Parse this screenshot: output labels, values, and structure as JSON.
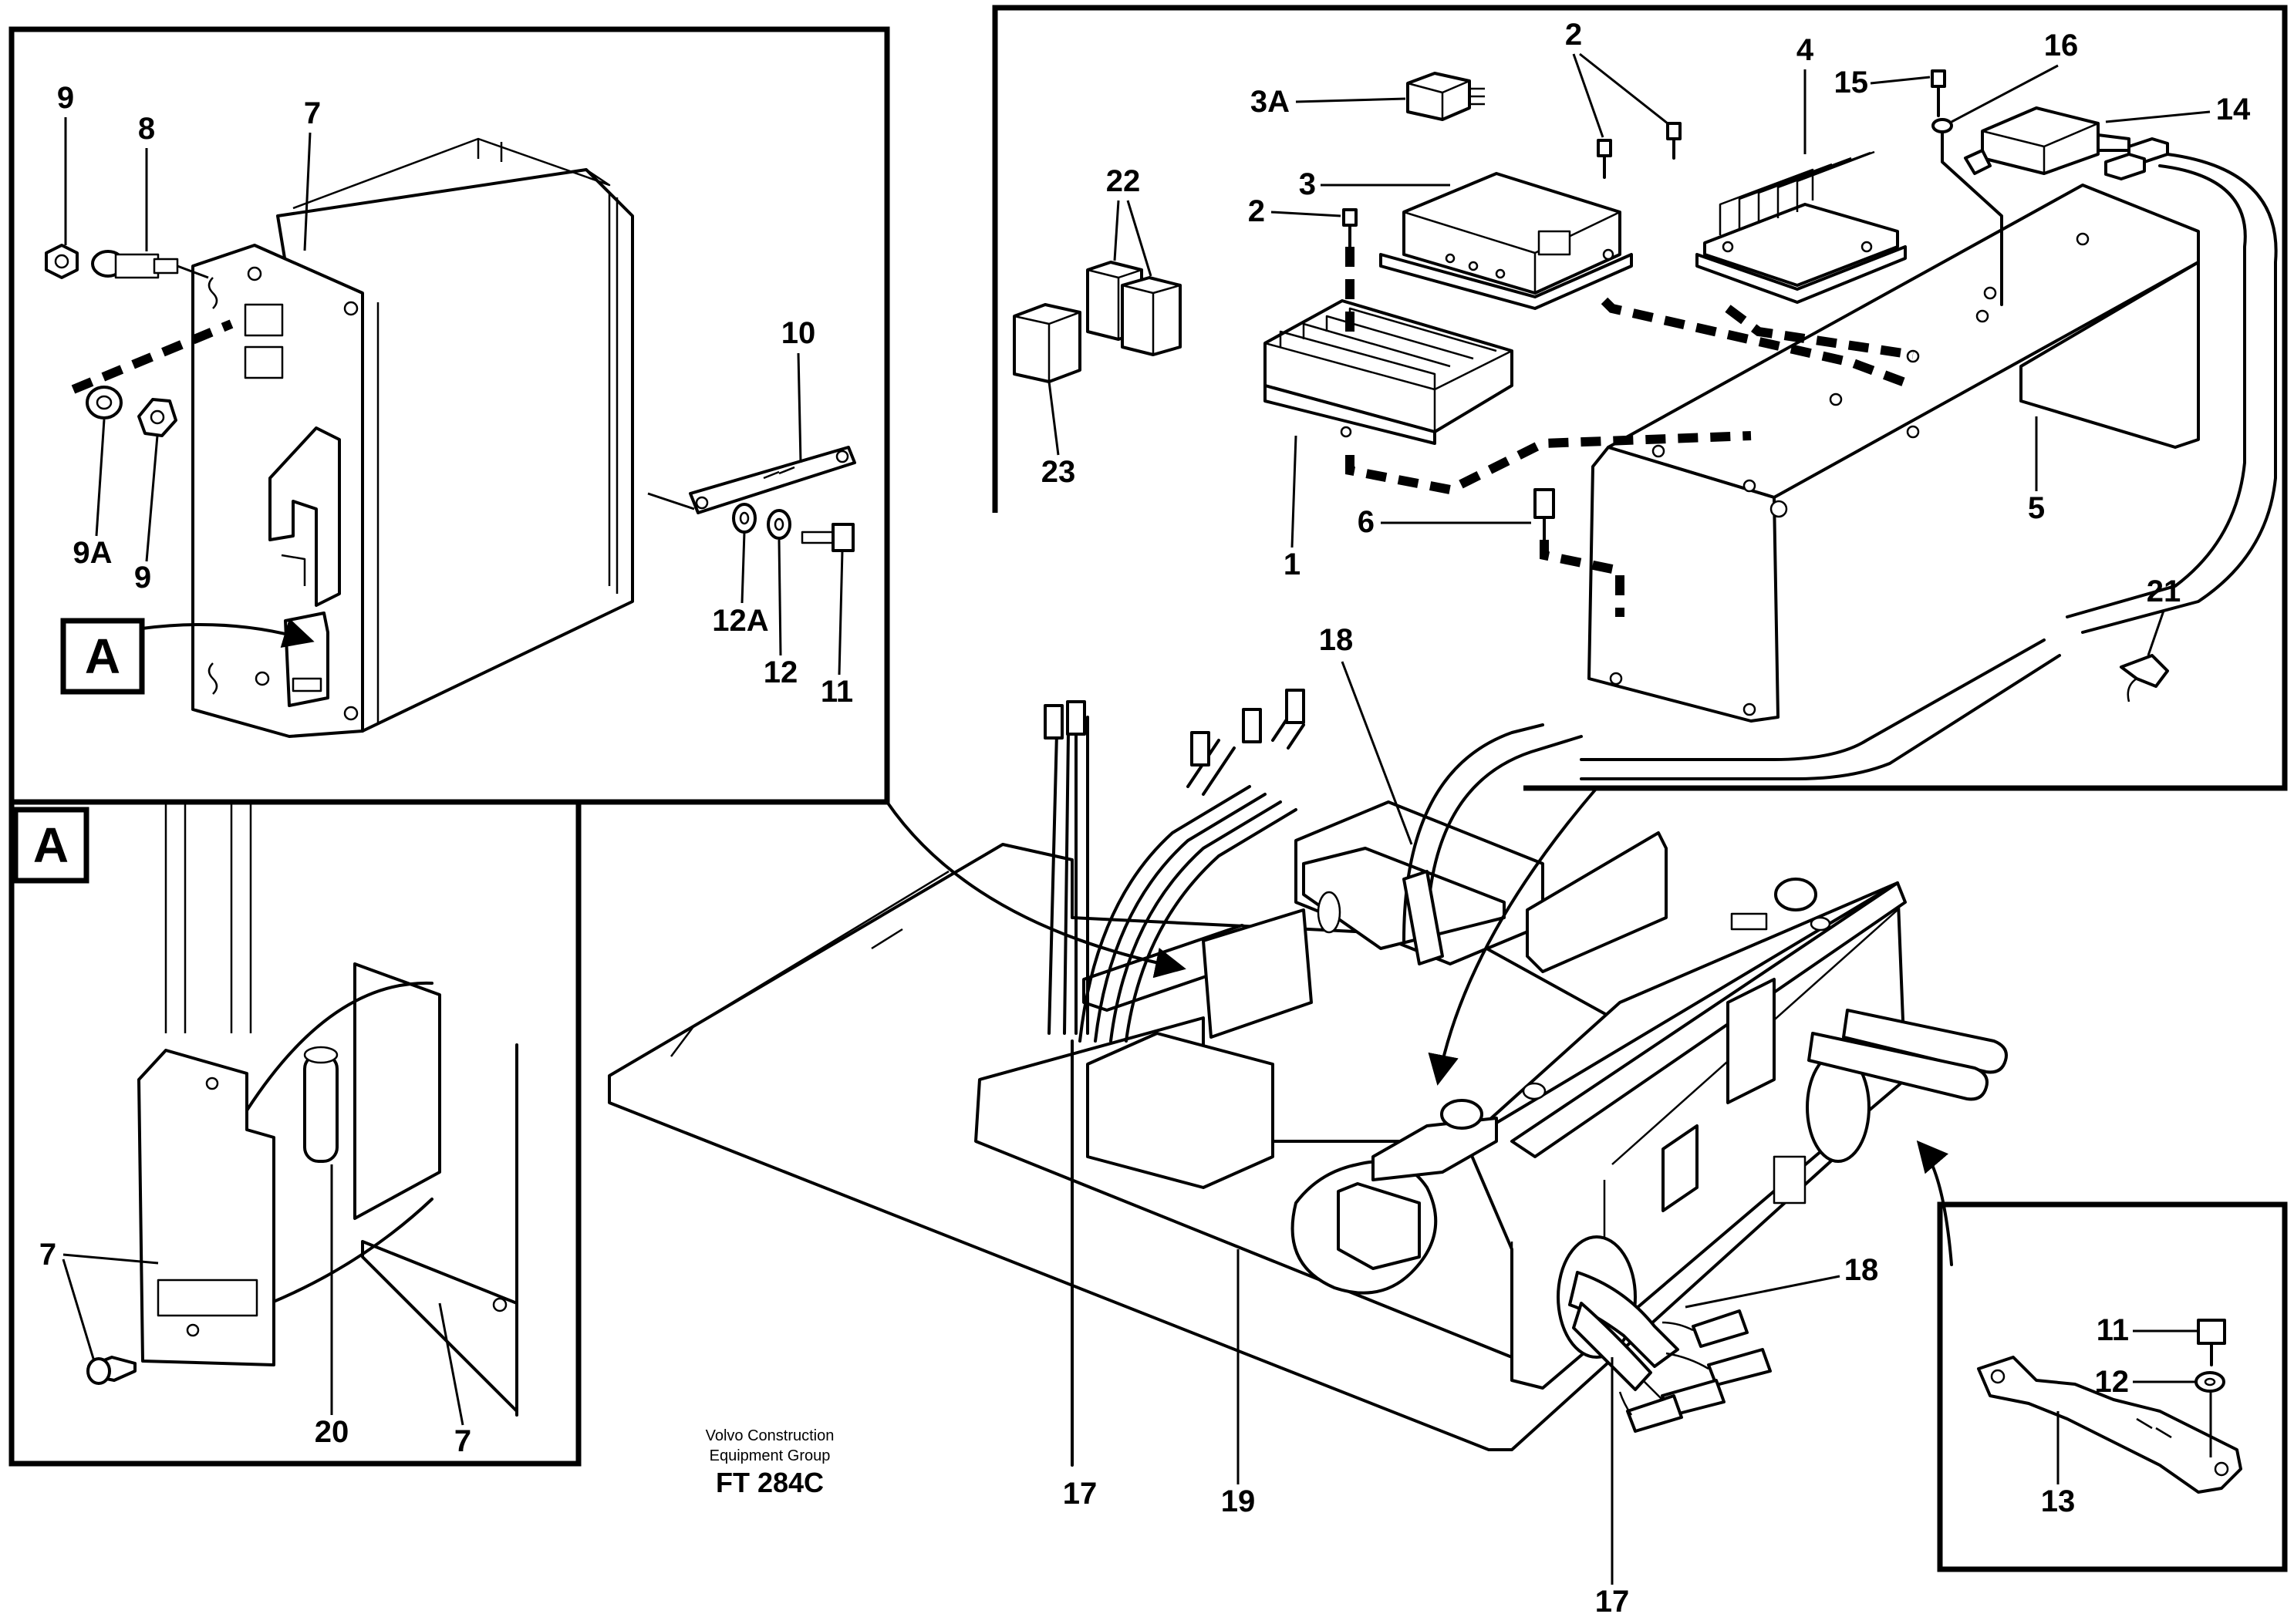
{
  "title_block": {
    "company_line1": "Volvo Construction",
    "company_line2": "Equipment Group",
    "drawing_code": "FT 284C"
  },
  "detail_reference": "A",
  "callouts": {
    "c1": "1",
    "c2": "2",
    "c3": "3",
    "c3A": "3A",
    "c4": "4",
    "c5": "5",
    "c6": "6",
    "c7": "7",
    "c8": "8",
    "c9": "9",
    "c9A": "9A",
    "c10": "10",
    "c11": "11",
    "c12": "12",
    "c12A": "12A",
    "c13": "13",
    "c14": "14",
    "c15": "15",
    "c16": "16",
    "c17": "17",
    "c18": "18",
    "c19": "19",
    "c20": "20",
    "c21": "21",
    "c22": "22",
    "c23": "23"
  }
}
